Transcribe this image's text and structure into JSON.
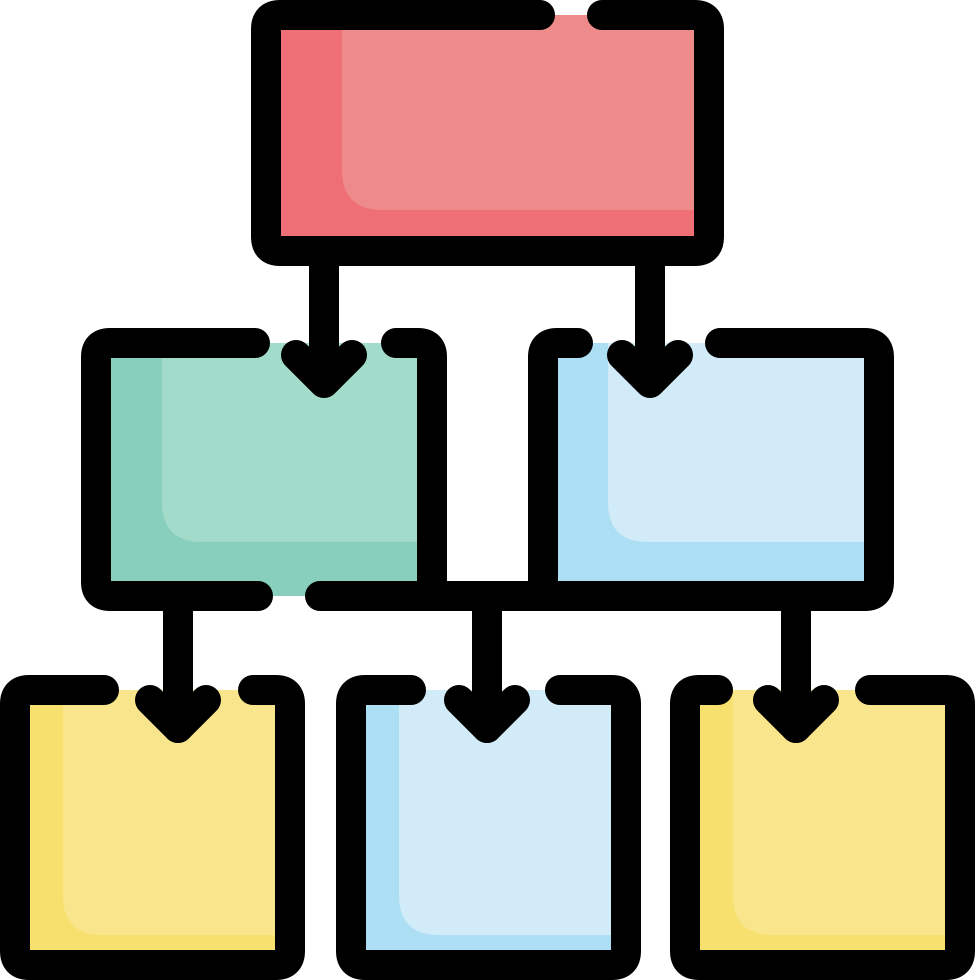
{
  "icon": {
    "name": "hierarchy-diagram-icon",
    "outline_color": "#000000"
  },
  "nodes": [
    {
      "id": "root",
      "level": 0,
      "fill": "#ef8a8a",
      "shade": "#ee6f75"
    },
    {
      "id": "mid-left",
      "level": 1,
      "fill": "#a3dbcb",
      "shade": "#89cfbd"
    },
    {
      "id": "mid-right",
      "level": 1,
      "fill": "#d1ebf8",
      "shade": "#addff4"
    },
    {
      "id": "leaf-left",
      "level": 2,
      "fill": "#f9e68c",
      "shade": "#f8e06f"
    },
    {
      "id": "leaf-center",
      "level": 2,
      "fill": "#d1ebf8",
      "shade": "#addff4"
    },
    {
      "id": "leaf-right",
      "level": 2,
      "fill": "#f9e68c",
      "shade": "#f8e06f"
    }
  ],
  "edges": [
    {
      "from": "root",
      "to": "mid-left"
    },
    {
      "from": "root",
      "to": "mid-right"
    },
    {
      "from": "mid-left",
      "to": "leaf-left"
    },
    {
      "from": "mid-right",
      "to": "leaf-center"
    },
    {
      "from": "mid-right",
      "to": "leaf-right"
    }
  ]
}
